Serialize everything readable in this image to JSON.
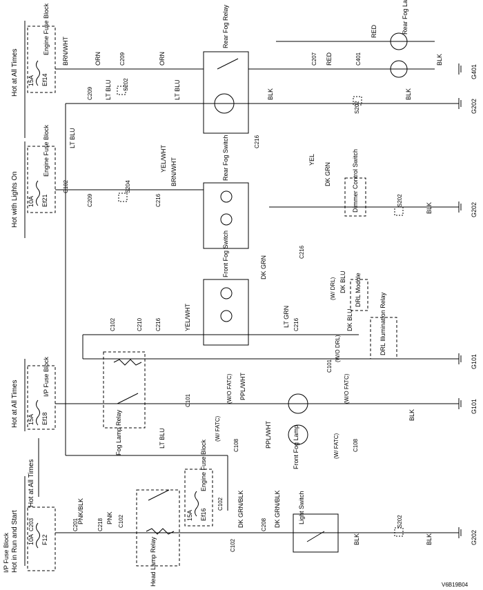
{
  "buses": {
    "b1": "Hot at All Times",
    "b2": "Hot with Lights On",
    "b3": "Hot at All Times",
    "b4": "Hot at All Times",
    "b5": "Hot in Run and Start"
  },
  "fuses": {
    "ef14": {
      "block": "Engine Fuse Block",
      "rating": "15A",
      "name": "Ef14"
    },
    "ef21": {
      "block": "Engine Fuse Block",
      "rating": "10A",
      "name": "Ef21"
    },
    "ef18": {
      "block": "I/P Fuse Block",
      "rating": "15A",
      "name": "Ef18"
    },
    "ef16": {
      "block": "Engine Fuse Block",
      "rating": "15A",
      "name": "Ef16"
    },
    "f12": {
      "block": "I/P Fuse Block",
      "rating": "10A",
      "name": "F12"
    }
  },
  "components": {
    "rear_fog_relay": "Rear Fog Relay",
    "rear_fog_switch": "Rear Fog Switch",
    "front_fog_switch": "Front Fog Switch",
    "fog_lamp_relay": "Fog Lamp Relay",
    "head_lamp_relay": "Head Lamp Relay",
    "front_fog_lamp": "Front Fog Lamp",
    "rear_fog_lamp": "Rear Fog Lamp",
    "dimmer_switch": "Dimmer Control Switch",
    "drl_module": "DRL Module",
    "drl_relay": "DRL Illumination Relay",
    "light_switch": "Light Switch"
  },
  "wires": {
    "brn_wht": "BRN/WHT",
    "orn": "ORN",
    "lt_blu": "LT BLU",
    "red": "RED",
    "blk": "BLK",
    "yel": "YEL",
    "yel_wht": "YEL/WHT",
    "dk_grn": "DK GRN",
    "lt_grn": "LT GRN",
    "dk_blu": "DK BLU",
    "ppl_wht": "PPL/WHT",
    "pnk": "PNK",
    "pnk_blk": "PNK/BLK",
    "dk_grn_blk": "DK GRN/BLK"
  },
  "connectors": {
    "c209": "C209",
    "c207": "C207",
    "c401": "C401",
    "c102": "C102",
    "c216": "C216",
    "c210": "C210",
    "c101": "C101",
    "c108": "C108",
    "c203": "C203",
    "c201": "C201",
    "c218": "C218",
    "c208": "C208"
  },
  "splices": {
    "s202": "S202",
    "s204": "S204"
  },
  "grounds": {
    "g401": "G401",
    "g202": "G202",
    "g101": "G101"
  },
  "notes": {
    "wo_fatc": "(W/O FATC)",
    "w_fatc": "(W/ FATC)",
    "w_drl": "(W/ DRL)",
    "wo_drl": "(W/O DRL)"
  },
  "figure_code": "V6B19B04"
}
